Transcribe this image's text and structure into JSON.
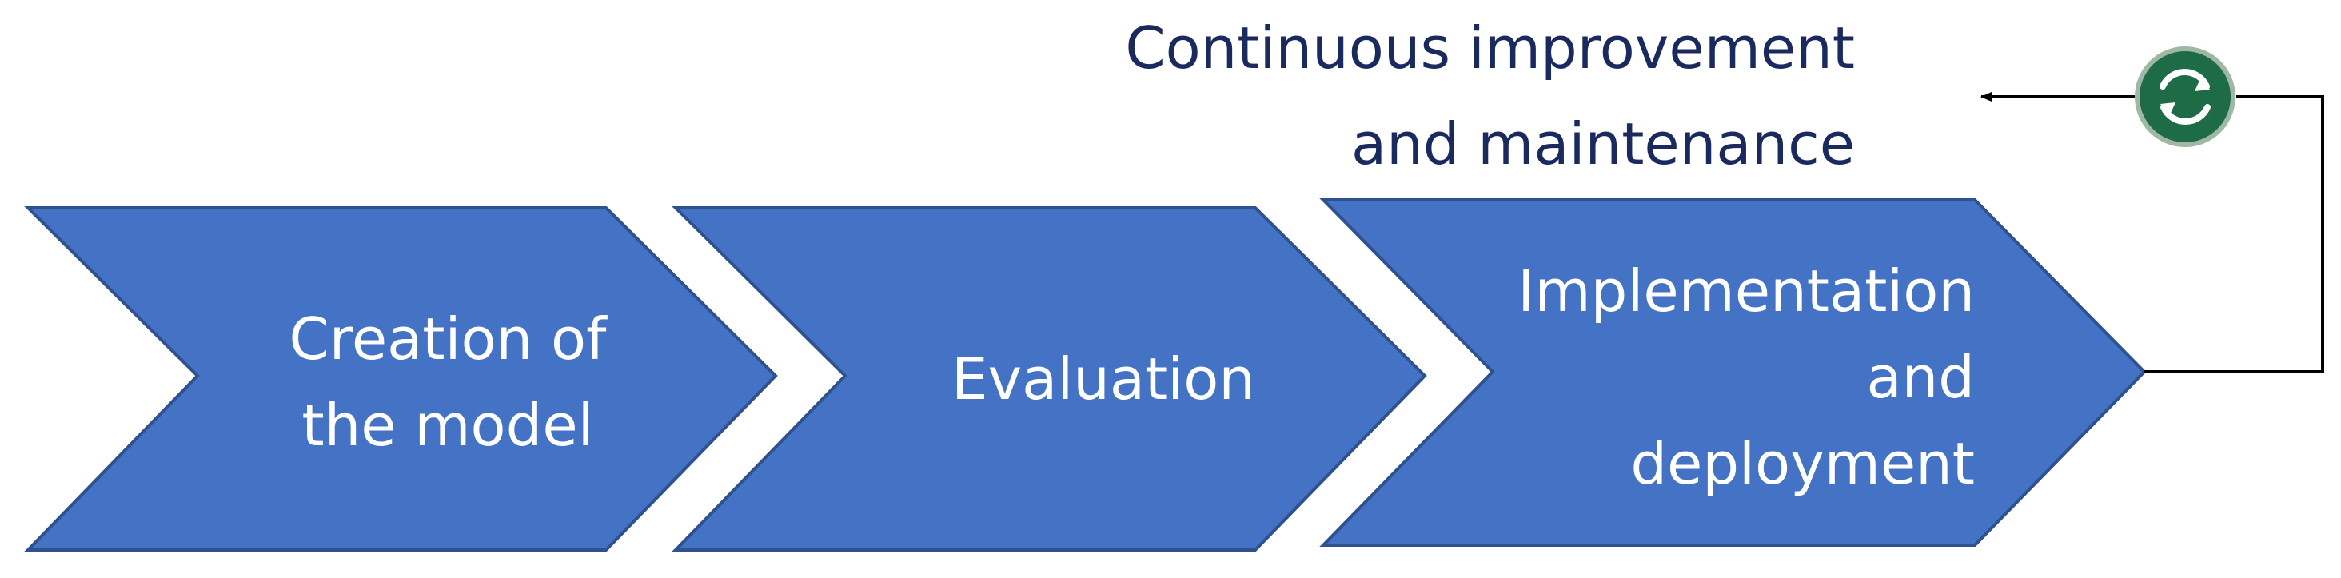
{
  "colors": {
    "chevron_fill": "#4472c4",
    "chevron_stroke": "#2f528f",
    "note_text": "#1b2a5e",
    "cycle_fill": "#1e6b47",
    "connector": "#000000"
  },
  "steps": [
    {
      "line1": "Creation of",
      "line2": "the model"
    },
    {
      "line1": "Evaluation"
    },
    {
      "line1": "Implementation",
      "line2": "and",
      "line3": "deployment"
    }
  ],
  "feedback": {
    "line1": "Continuous improvement",
    "line2": "and maintenance",
    "icon": "refresh-cycle-icon"
  }
}
